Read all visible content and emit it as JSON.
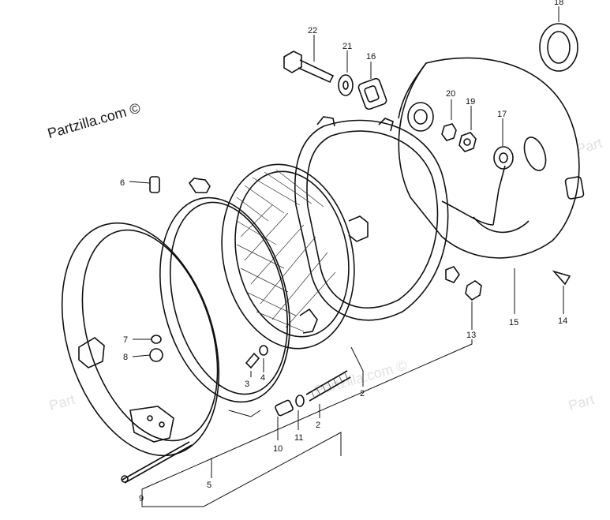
{
  "watermark": {
    "main": "Partzilla.com ©",
    "faint_1": "Partzilla.com ©",
    "faint_2": "Part",
    "faint_3": "Part",
    "faint_4": "Part"
  },
  "callouts": {
    "c2a": "2",
    "c2b": "2",
    "c3": "3",
    "c4": "4",
    "c5": "5",
    "c6": "6",
    "c7": "7",
    "c8": "8",
    "c9": "9",
    "c10": "10",
    "c11": "11",
    "c13": "13",
    "c14": "14",
    "c15": "15",
    "c16": "16",
    "c17": "17",
    "c18": "18",
    "c19": "19",
    "c20": "20",
    "c21": "21",
    "c22": "22"
  }
}
